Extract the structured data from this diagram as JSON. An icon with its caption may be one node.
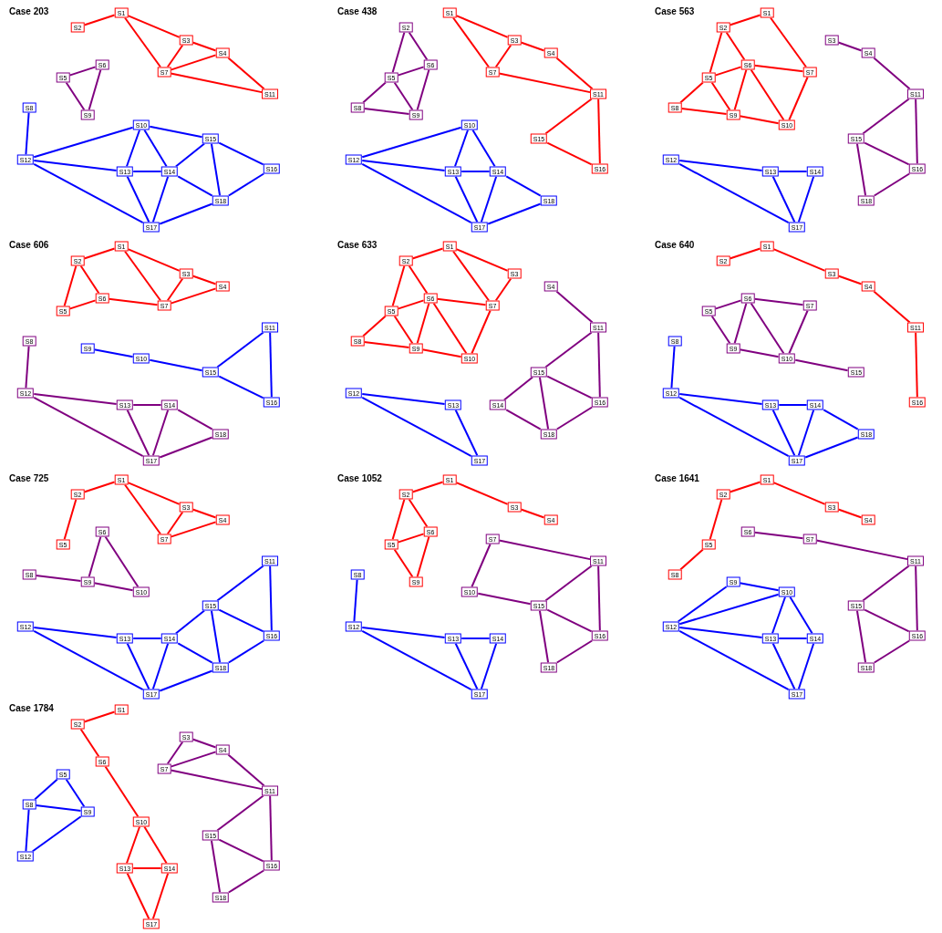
{
  "diagram": {
    "nodes": [
      {
        "text": [
          "Case 203"
        ]
      },
      {
        "text": [
          "S1"
        ],
        "in": 0
      },
      {
        "text": [
          "S2"
        ],
        "in": 0
      },
      {
        "text": [
          "S3"
        ],
        "in": 0
      },
      {
        "text": [
          "S4"
        ],
        "in": 0
      },
      {
        "text": [
          "S5"
        ],
        "in": 0
      },
      {
        "text": [
          "S6"
        ],
        "in": 0
      },
      {
        "text": [
          "S7"
        ],
        "in": 0
      },
      {
        "text": [
          "S8"
        ],
        "in": 0
      },
      {
        "text": [
          "S9"
        ],
        "in": 0
      },
      {
        "text": [
          "S10"
        ],
        "in": 0
      },
      {
        "text": [
          "S11"
        ],
        "in": 0
      },
      {
        "text": [
          "S12"
        ],
        "in": 0
      },
      {
        "text": [
          "S13"
        ],
        "in": 0
      },
      {
        "text": [
          "S14"
        ],
        "in": 0
      },
      {
        "text": [
          "S15"
        ],
        "in": 0
      },
      {
        "text": [
          "S16"
        ],
        "in": 0
      },
      {
        "text": [
          "S17"
        ],
        "in": 0
      },
      {
        "text": [
          "S18"
        ],
        "in": 0
      },
      {
        "text": [
          "Case 438"
        ]
      },
      {
        "text": [
          "S1"
        ],
        "in": 19
      },
      {
        "text": [
          "S2"
        ],
        "in": 19
      },
      {
        "text": [
          "S3"
        ],
        "in": 19
      },
      {
        "text": [
          "S4"
        ],
        "in": 19
      },
      {
        "text": [
          "S5"
        ],
        "in": 19
      },
      {
        "text": [
          "S6"
        ],
        "in": 19
      },
      {
        "text": [
          "S7"
        ],
        "in": 19
      },
      {
        "text": [
          "S8"
        ],
        "in": 19
      },
      {
        "text": [
          "S9"
        ],
        "in": 19
      },
      {
        "text": [
          "S10"
        ],
        "in": 19
      },
      {
        "text": [
          "S11"
        ],
        "in": 19
      },
      {
        "text": [
          "S12"
        ],
        "in": 19
      },
      {
        "text": [
          "S13"
        ],
        "in": 19
      },
      {
        "text": [
          "S14"
        ],
        "in": 19
      },
      {
        "text": [
          "S15"
        ],
        "in": 19
      },
      {
        "text": [
          "S16"
        ],
        "in": 19
      },
      {
        "text": [
          "S17"
        ],
        "in": 19
      },
      {
        "text": [
          "S18"
        ],
        "in": 19
      },
      {
        "text": [
          "Case 563"
        ]
      },
      {
        "text": [
          "S1"
        ],
        "in": 38
      },
      {
        "text": [
          "S2"
        ],
        "in": 38
      },
      {
        "text": [
          "S3"
        ],
        "in": 38
      },
      {
        "text": [
          "S4"
        ],
        "in": 38
      },
      {
        "text": [
          "S5"
        ],
        "in": 38
      },
      {
        "text": [
          "S6"
        ],
        "in": 38
      },
      {
        "text": [
          "S7"
        ],
        "in": 38
      },
      {
        "text": [
          "S8"
        ],
        "in": 38
      },
      {
        "text": [
          "S9"
        ],
        "in": 38
      },
      {
        "text": [
          "S10"
        ],
        "in": 38
      },
      {
        "text": [
          "S11"
        ],
        "in": 38
      },
      {
        "text": [
          "S12"
        ],
        "in": 38
      },
      {
        "text": [
          "S13"
        ],
        "in": 38
      },
      {
        "text": [
          "S14"
        ],
        "in": 38
      },
      {
        "text": [
          "S15"
        ],
        "in": 38
      },
      {
        "text": [
          "S16"
        ],
        "in": 38
      },
      {
        "text": [
          "S17"
        ],
        "in": 38
      },
      {
        "text": [
          "S18"
        ],
        "in": 38
      },
      {
        "text": [
          "Case 606"
        ]
      },
      {
        "text": [
          "S1"
        ],
        "in": 57
      },
      {
        "text": [
          "S2"
        ],
        "in": 57
      },
      {
        "text": [
          "S3"
        ],
        "in": 57
      },
      {
        "text": [
          "S4"
        ],
        "in": 57
      },
      {
        "text": [
          "S5"
        ],
        "in": 57
      },
      {
        "text": [
          "S6"
        ],
        "in": 57
      },
      {
        "text": [
          "S7"
        ],
        "in": 57
      },
      {
        "text": [
          "S8"
        ],
        "in": 57
      },
      {
        "text": [
          "S9"
        ],
        "in": 57
      },
      {
        "text": [
          "S10"
        ],
        "in": 57
      },
      {
        "text": [
          "S11"
        ],
        "in": 57
      },
      {
        "text": [
          "S12"
        ],
        "in": 57
      },
      {
        "text": [
          "S13"
        ],
        "in": 57
      },
      {
        "text": [
          "S14"
        ],
        "in": 57
      },
      {
        "text": [
          "S15"
        ],
        "in": 57
      },
      {
        "text": [
          "S16"
        ],
        "in": 57
      },
      {
        "text": [
          "S17"
        ],
        "in": 57
      },
      {
        "text": [
          "S18"
        ],
        "in": 57
      },
      {
        "text": [
          "Case 633"
        ]
      },
      {
        "text": [
          "S1"
        ],
        "in": 76
      },
      {
        "text": [
          "S2"
        ],
        "in": 76
      },
      {
        "text": [
          "S3"
        ],
        "in": 76
      },
      {
        "text": [
          "S4"
        ],
        "in": 76
      },
      {
        "text": [
          "S5"
        ],
        "in": 76
      },
      {
        "text": [
          "S6"
        ],
        "in": 76
      },
      {
        "text": [
          "S7"
        ],
        "in": 76
      },
      {
        "text": [
          "S8"
        ],
        "in": 76
      },
      {
        "text": [
          "S9"
        ],
        "in": 76
      },
      {
        "text": [
          "S10"
        ],
        "in": 76
      },
      {
        "text": [
          "S11"
        ],
        "in": 76
      },
      {
        "text": [
          "S12"
        ],
        "in": 76
      },
      {
        "text": [
          "S13"
        ],
        "in": 76
      },
      {
        "text": [
          "S14"
        ],
        "in": 76
      },
      {
        "text": [
          "S15"
        ],
        "in": 76
      },
      {
        "text": [
          "S16"
        ],
        "in": 76
      },
      {
        "text": [
          "S17"
        ],
        "in": 76
      },
      {
        "text": [
          "S18"
        ],
        "in": 76
      },
      {
        "text": [
          "Case 640"
        ]
      },
      {
        "text": [
          "S1"
        ],
        "in": 95
      },
      {
        "text": [
          "S2"
        ],
        "in": 95
      },
      {
        "text": [
          "S3"
        ],
        "in": 95
      },
      {
        "text": [
          "S4"
        ],
        "in": 95
      },
      {
        "text": [
          "S5"
        ],
        "in": 95
      },
      {
        "text": [
          "S6"
        ],
        "in": 95
      },
      {
        "text": [
          "S7"
        ],
        "in": 95
      },
      {
        "text": [
          "S8"
        ],
        "in": 95
      },
      {
        "text": [
          "S9"
        ],
        "in": 95
      },
      {
        "text": [
          "S10"
        ],
        "in": 95
      },
      {
        "text": [
          "S11"
        ],
        "in": 95
      },
      {
        "text": [
          "S12"
        ],
        "in": 95
      },
      {
        "text": [
          "S13"
        ],
        "in": 95
      },
      {
        "text": [
          "S14"
        ],
        "in": 95
      },
      {
        "text": [
          "S15"
        ],
        "in": 95
      },
      {
        "text": [
          "S16"
        ],
        "in": 95
      },
      {
        "text": [
          "S17"
        ],
        "in": 95
      },
      {
        "text": [
          "S18"
        ],
        "in": 95
      },
      {
        "text": [
          "Case 725"
        ]
      },
      {
        "text": [
          "S1"
        ],
        "in": 114
      },
      {
        "text": [
          "S2"
        ],
        "in": 114
      },
      {
        "text": [
          "S3"
        ],
        "in": 114
      },
      {
        "text": [
          "S4"
        ],
        "in": 114
      },
      {
        "text": [
          "S5"
        ],
        "in": 114
      },
      {
        "text": [
          "S6"
        ],
        "in": 114
      },
      {
        "text": [
          "S7"
        ],
        "in": 114
      },
      {
        "text": [
          "S8"
        ],
        "in": 114
      },
      {
        "text": [
          "S9"
        ],
        "in": 114
      },
      {
        "text": [
          "S10"
        ],
        "in": 114
      },
      {
        "text": [
          "S11"
        ],
        "in": 114
      },
      {
        "text": [
          "S12"
        ],
        "in": 114
      },
      {
        "text": [
          "S13"
        ],
        "in": 114
      },
      {
        "text": [
          "S14"
        ],
        "in": 114
      },
      {
        "text": [
          "S15"
        ],
        "in": 114
      },
      {
        "text": [
          "S16"
        ],
        "in": 114
      },
      {
        "text": [
          "S17"
        ],
        "in": 114
      },
      {
        "text": [
          "S18"
        ],
        "in": 114
      },
      {
        "text": [
          "Case 1052"
        ]
      },
      {
        "text": [
          "S1"
        ],
        "in": 133
      },
      {
        "text": [
          "S2"
        ],
        "in": 133
      },
      {
        "text": [
          "S3"
        ],
        "in": 133
      },
      {
        "text": [
          "S4"
        ],
        "in": 133
      },
      {
        "text": [
          "S5"
        ],
        "in": 133
      },
      {
        "text": [
          "S6"
        ],
        "in": 133
      },
      {
        "text": [
          "S7"
        ],
        "in": 133
      },
      {
        "text": [
          "S8"
        ],
        "in": 133
      },
      {
        "text": [
          "S9"
        ],
        "in": 133
      },
      {
        "text": [
          "S10"
        ],
        "in": 133
      },
      {
        "text": [
          "S11"
        ],
        "in": 133
      },
      {
        "text": [
          "S12"
        ],
        "in": 133
      },
      {
        "text": [
          "S13"
        ],
        "in": 133
      },
      {
        "text": [
          "S14"
        ],
        "in": 133
      },
      {
        "text": [
          "S15"
        ],
        "in": 133
      },
      {
        "text": [
          "S16"
        ],
        "in": 133
      },
      {
        "text": [
          "S17"
        ],
        "in": 133
      },
      {
        "text": [
          "S18"
        ],
        "in": 133
      },
      {
        "text": [
          "Case 1641"
        ]
      },
      {
        "text": [
          "S1"
        ],
        "in": 152
      },
      {
        "text": [
          "S2"
        ],
        "in": 152
      },
      {
        "text": [
          "S3"
        ],
        "in": 152
      },
      {
        "text": [
          "S4"
        ],
        "in": 152
      },
      {
        "text": [
          "S5"
        ],
        "in": 152
      },
      {
        "text": [
          "S6"
        ],
        "in": 152
      },
      {
        "text": [
          "S7"
        ],
        "in": 152
      },
      {
        "text": [
          "S8"
        ],
        "in": 152
      },
      {
        "text": [
          "S9"
        ],
        "in": 152
      },
      {
        "text": [
          "S10"
        ],
        "in": 152
      },
      {
        "text": [
          "S11"
        ],
        "in": 152
      },
      {
        "text": [
          "S12"
        ],
        "in": 152
      },
      {
        "text": [
          "S13"
        ],
        "in": 152
      },
      {
        "text": [
          "S14"
        ],
        "in": 152
      },
      {
        "text": [
          "S15"
        ],
        "in": 152
      },
      {
        "text": [
          "S16"
        ],
        "in": 152
      },
      {
        "text": [
          "S17"
        ],
        "in": 152
      },
      {
        "text": [
          "S18"
        ],
        "in": 152
      },
      {
        "text": [
          "Case 1784"
        ]
      },
      {
        "text": [
          "S1"
        ],
        "in": 171
      },
      {
        "text": [
          "S2"
        ],
        "in": 171
      },
      {
        "text": [
          "S3"
        ],
        "in": 171
      },
      {
        "text": [
          "S4"
        ],
        "in": 171
      },
      {
        "text": [
          "S5"
        ],
        "in": 171
      },
      {
        "text": [
          "S6"
        ],
        "in": 171
      },
      {
        "text": [
          "S7"
        ],
        "in": 171
      },
      {
        "text": [
          "S8"
        ],
        "in": 171
      },
      {
        "text": [
          "S9"
        ],
        "in": 171
      },
      {
        "text": [
          "S10"
        ],
        "in": 171
      },
      {
        "text": [
          "S11"
        ],
        "in": 171
      },
      {
        "text": [
          "S12"
        ],
        "in": 171
      },
      {
        "text": [
          "S13"
        ],
        "in": 171
      },
      {
        "text": [
          "S14"
        ],
        "in": 171
      },
      {
        "text": [
          "S15"
        ],
        "in": 171
      },
      {
        "text": [
          "S16"
        ],
        "in": 171
      },
      {
        "text": [
          "S17"
        ],
        "in": 171
      },
      {
        "text": [
          "S18"
        ],
        "in": 171
      }
    ],
    "edges": [
      {
        "from": 1,
        "to": 2,
        "arrow": "none"
      },
      {
        "from": 1,
        "to": 3,
        "arrow": "none"
      },
      {
        "from": 1,
        "to": 7,
        "arrow": "none"
      },
      {
        "from": 3,
        "to": 4,
        "arrow": "none"
      },
      {
        "from": 3,
        "to": 7,
        "arrow": "none"
      },
      {
        "from": 4,
        "to": 7,
        "arrow": "none"
      },
      {
        "from": 4,
        "to": 11,
        "arrow": "none"
      },
      {
        "from": 7,
        "to": 11,
        "arrow": "none"
      },
      {
        "from": 5,
        "to": 6,
        "arrow": "none",
        "color": "#800080"
      },
      {
        "from": 6,
        "to": 9,
        "arrow": "none",
        "color": "#800080"
      },
      {
        "from": 5,
        "to": 9,
        "arrow": "none",
        "color": "#800080"
      },
      {
        "from": 8,
        "to": 12,
        "arrow": "none",
        "color": "#0000ff"
      },
      {
        "from": 10,
        "to": 12,
        "arrow": "none",
        "color": "#0000ff"
      },
      {
        "from": 12,
        "to": 13,
        "arrow": "none",
        "color": "#0000ff"
      },
      {
        "from": 12,
        "to": 17,
        "arrow": "none",
        "color": "#0000ff"
      },
      {
        "from": 10,
        "to": 13,
        "arrow": "none",
        "color": "#0000ff"
      },
      {
        "from": 10,
        "to": 14,
        "arrow": "none",
        "color": "#0000ff"
      },
      {
        "from": 10,
        "to": 15,
        "arrow": "none",
        "color": "#0000ff"
      },
      {
        "from": 13,
        "to": 14,
        "arrow": "none",
        "color": "#0000ff"
      },
      {
        "from": 13,
        "to": 17,
        "arrow": "none",
        "color": "#0000ff"
      },
      {
        "from": 14,
        "to": 17,
        "arrow": "none",
        "color": "#0000ff"
      },
      {
        "from": 14,
        "to": 15,
        "arrow": "none",
        "color": "#0000ff"
      },
      {
        "from": 14,
        "to": 18,
        "arrow": "none",
        "color": "#0000ff"
      },
      {
        "from": 15,
        "to": 18,
        "arrow": "none",
        "color": "#0000ff"
      },
      {
        "from": 15,
        "to": 16,
        "arrow": "none",
        "color": "#0000ff"
      },
      {
        "from": 16,
        "to": 18,
        "arrow": "none",
        "color": "#0000ff"
      },
      {
        "from": 17,
        "to": 18,
        "arrow": "none",
        "color": "#0000ff"
      },
      {
        "from": 21,
        "to": 24,
        "arrow": "none",
        "color": "#800080"
      },
      {
        "from": 21,
        "to": 25,
        "arrow": "none",
        "color": "#800080"
      },
      {
        "from": 24,
        "to": 25,
        "arrow": "none",
        "color": "#800080"
      },
      {
        "from": 24,
        "to": 27,
        "arrow": "none",
        "color": "#800080"
      },
      {
        "from": 24,
        "to": 28,
        "arrow": "none",
        "color": "#800080"
      },
      {
        "from": 25,
        "to": 28,
        "arrow": "none",
        "color": "#800080"
      },
      {
        "from": 27,
        "to": 28,
        "arrow": "none",
        "color": "#800080"
      },
      {
        "from": 20,
        "to": 22,
        "arrow": "none"
      },
      {
        "from": 20,
        "to": 26,
        "arrow": "none"
      },
      {
        "from": 22,
        "to": 23,
        "arrow": "none"
      },
      {
        "from": 22,
        "to": 26,
        "arrow": "none"
      },
      {
        "from": 23,
        "to": 30,
        "arrow": "none"
      },
      {
        "from": 26,
        "to": 30,
        "arrow": "none"
      },
      {
        "from": 30,
        "to": 34,
        "arrow": "none"
      },
      {
        "from": 30,
        "to": 35,
        "arrow": "none"
      },
      {
        "from": 34,
        "to": 35,
        "arrow": "none"
      },
      {
        "from": 29,
        "to": 31,
        "arrow": "none",
        "color": "#0000ff"
      },
      {
        "from": 31,
        "to": 32,
        "arrow": "none",
        "color": "#0000ff"
      },
      {
        "from": 31,
        "to": 36,
        "arrow": "none",
        "color": "#0000ff"
      },
      {
        "from": 29,
        "to": 32,
        "arrow": "none",
        "color": "#0000ff"
      },
      {
        "from": 29,
        "to": 33,
        "arrow": "none",
        "color": "#0000ff"
      },
      {
        "from": 32,
        "to": 33,
        "arrow": "none",
        "color": "#0000ff"
      },
      {
        "from": 32,
        "to": 36,
        "arrow": "none",
        "color": "#0000ff"
      },
      {
        "from": 33,
        "to": 36,
        "arrow": "none",
        "color": "#0000ff"
      },
      {
        "from": 33,
        "to": 37,
        "arrow": "none",
        "color": "#0000ff"
      },
      {
        "from": 36,
        "to": 37,
        "arrow": "none",
        "color": "#0000ff"
      },
      {
        "from": 39,
        "to": 40,
        "arrow": "none"
      },
      {
        "from": 39,
        "to": 45,
        "arrow": "none"
      },
      {
        "from": 40,
        "to": 43,
        "arrow": "none"
      },
      {
        "from": 40,
        "to": 44,
        "arrow": "none"
      },
      {
        "from": 43,
        "to": 44,
        "arrow": "none"
      },
      {
        "from": 43,
        "to": 46,
        "arrow": "none"
      },
      {
        "from": 43,
        "to": 47,
        "arrow": "none"
      },
      {
        "from": 44,
        "to": 45,
        "arrow": "none"
      },
      {
        "from": 44,
        "to": 47,
        "arrow": "none"
      },
      {
        "from": 44,
        "to": 48,
        "arrow": "none"
      },
      {
        "from": 45,
        "to": 48,
        "arrow": "none"
      },
      {
        "from": 46,
        "to": 47,
        "arrow": "none"
      },
      {
        "from": 47,
        "to": 48,
        "arrow": "none"
      },
      {
        "from": 41,
        "to": 42,
        "arrow": "none",
        "color": "#800080"
      },
      {
        "from": 42,
        "to": 49,
        "arrow": "none",
        "color": "#800080"
      },
      {
        "from": 49,
        "to": 53,
        "arrow": "none",
        "color": "#800080"
      },
      {
        "from": 49,
        "to": 54,
        "arrow": "none",
        "color": "#800080"
      },
      {
        "from": 53,
        "to": 54,
        "arrow": "none",
        "color": "#800080"
      },
      {
        "from": 53,
        "to": 56,
        "arrow": "none",
        "color": "#800080"
      },
      {
        "from": 54,
        "to": 56,
        "arrow": "none",
        "color": "#800080"
      },
      {
        "from": 50,
        "to": 51,
        "arrow": "none",
        "color": "#0000ff"
      },
      {
        "from": 50,
        "to": 55,
        "arrow": "none",
        "color": "#0000ff"
      },
      {
        "from": 51,
        "to": 52,
        "arrow": "none",
        "color": "#0000ff"
      },
      {
        "from": 51,
        "to": 55,
        "arrow": "none",
        "color": "#0000ff"
      },
      {
        "from": 52,
        "to": 55,
        "arrow": "none",
        "color": "#0000ff"
      },
      {
        "from": 58,
        "to": 59,
        "arrow": "none"
      },
      {
        "from": 58,
        "to": 60,
        "arrow": "none"
      },
      {
        "from": 58,
        "to": 64,
        "arrow": "none"
      },
      {
        "from": 59,
        "to": 62,
        "arrow": "none"
      },
      {
        "from": 59,
        "to": 63,
        "arrow": "none"
      },
      {
        "from": 62,
        "to": 63,
        "arrow": "none"
      },
      {
        "from": 63,
        "to": 64,
        "arrow": "none"
      },
      {
        "from": 60,
        "to": 61,
        "arrow": "none"
      },
      {
        "from": 60,
        "to": 64,
        "arrow": "none"
      },
      {
        "from": 61,
        "to": 64,
        "arrow": "none"
      },
      {
        "from": 65,
        "to": 69,
        "arrow": "none",
        "color": "#800080"
      },
      {
        "from": 69,
        "to": 70,
        "arrow": "none",
        "color": "#800080"
      },
      {
        "from": 69,
        "to": 74,
        "arrow": "none",
        "color": "#800080"
      },
      {
        "from": 70,
        "to": 71,
        "arrow": "none",
        "color": "#800080"
      },
      {
        "from": 70,
        "to": 74,
        "arrow": "none",
        "color": "#800080"
      },
      {
        "from": 71,
        "to": 74,
        "arrow": "none",
        "color": "#800080"
      },
      {
        "from": 71,
        "to": 75,
        "arrow": "none",
        "color": "#800080"
      },
      {
        "from": 74,
        "to": 75,
        "arrow": "none",
        "color": "#800080"
      },
      {
        "from": 66,
        "to": 67,
        "arrow": "none",
        "color": "#0000ff"
      },
      {
        "from": 67,
        "to": 72,
        "arrow": "none",
        "color": "#0000ff"
      },
      {
        "from": 68,
        "to": 72,
        "arrow": "none",
        "color": "#0000ff"
      },
      {
        "from": 72,
        "to": 73,
        "arrow": "none",
        "color": "#0000ff"
      },
      {
        "from": 68,
        "to": 73,
        "arrow": "none",
        "color": "#0000ff"
      },
      {
        "from": 77,
        "to": 78,
        "arrow": "none"
      },
      {
        "from": 77,
        "to": 79,
        "arrow": "none"
      },
      {
        "from": 77,
        "to": 83,
        "arrow": "none"
      },
      {
        "from": 78,
        "to": 81,
        "arrow": "none"
      },
      {
        "from": 78,
        "to": 82,
        "arrow": "none"
      },
      {
        "from": 81,
        "to": 82,
        "arrow": "none"
      },
      {
        "from": 81,
        "to": 84,
        "arrow": "none"
      },
      {
        "from": 81,
        "to": 85,
        "arrow": "none"
      },
      {
        "from": 82,
        "to": 83,
        "arrow": "none"
      },
      {
        "from": 82,
        "to": 85,
        "arrow": "none"
      },
      {
        "from": 82,
        "to": 86,
        "arrow": "none"
      },
      {
        "from": 84,
        "to": 85,
        "arrow": "none"
      },
      {
        "from": 85,
        "to": 86,
        "arrow": "none"
      },
      {
        "from": 79,
        "to": 83,
        "arrow": "none"
      },
      {
        "from": 83,
        "to": 86,
        "arrow": "none"
      },
      {
        "from": 80,
        "to": 87,
        "arrow": "none",
        "color": "#800080"
      },
      {
        "from": 87,
        "to": 91,
        "arrow": "none",
        "color": "#800080"
      },
      {
        "from": 87,
        "to": 92,
        "arrow": "none",
        "color": "#800080"
      },
      {
        "from": 90,
        "to": 91,
        "arrow": "none",
        "color": "#800080"
      },
      {
        "from": 91,
        "to": 92,
        "arrow": "none",
        "color": "#800080"
      },
      {
        "from": 91,
        "to": 94,
        "arrow": "none",
        "color": "#800080"
      },
      {
        "from": 90,
        "to": 94,
        "arrow": "none",
        "color": "#800080"
      },
      {
        "from": 92,
        "to": 94,
        "arrow": "none",
        "color": "#800080"
      },
      {
        "from": 88,
        "to": 89,
        "arrow": "none",
        "color": "#0000ff"
      },
      {
        "from": 88,
        "to": 93,
        "arrow": "none",
        "color": "#0000ff"
      },
      {
        "from": 89,
        "to": 93,
        "arrow": "none",
        "color": "#0000ff"
      },
      {
        "from": 96,
        "to": 97,
        "arrow": "none"
      },
      {
        "from": 96,
        "to": 98,
        "arrow": "none"
      },
      {
        "from": 98,
        "to": 99,
        "arrow": "none"
      },
      {
        "from": 99,
        "to": 106,
        "arrow": "none"
      },
      {
        "from": 106,
        "to": 111,
        "arrow": "none"
      },
      {
        "from": 100,
        "to": 101,
        "arrow": "none",
        "color": "#800080"
      },
      {
        "from": 100,
        "to": 104,
        "arrow": "none",
        "color": "#800080"
      },
      {
        "from": 101,
        "to": 102,
        "arrow": "none",
        "color": "#800080"
      },
      {
        "from": 101,
        "to": 104,
        "arrow": "none",
        "color": "#800080"
      },
      {
        "from": 101,
        "to": 105,
        "arrow": "none",
        "color": "#800080"
      },
      {
        "from": 102,
        "to": 105,
        "arrow": "none",
        "color": "#800080"
      },
      {
        "from": 104,
        "to": 105,
        "arrow": "none",
        "color": "#800080"
      },
      {
        "from": 105,
        "to": 110,
        "arrow": "none",
        "color": "#800080"
      },
      {
        "from": 103,
        "to": 107,
        "arrow": "none",
        "color": "#0000ff"
      },
      {
        "from": 107,
        "to": 108,
        "arrow": "none",
        "color": "#0000ff"
      },
      {
        "from": 107,
        "to": 112,
        "arrow": "none",
        "color": "#0000ff"
      },
      {
        "from": 108,
        "to": 109,
        "arrow": "none",
        "color": "#0000ff"
      },
      {
        "from": 108,
        "to": 112,
        "arrow": "none",
        "color": "#0000ff"
      },
      {
        "from": 109,
        "to": 112,
        "arrow": "none",
        "color": "#0000ff"
      },
      {
        "from": 109,
        "to": 113,
        "arrow": "none",
        "color": "#0000ff"
      },
      {
        "from": 112,
        "to": 113,
        "arrow": "none",
        "color": "#0000ff"
      },
      {
        "from": 115,
        "to": 116,
        "arrow": "none"
      },
      {
        "from": 116,
        "to": 119,
        "arrow": "none"
      },
      {
        "from": 115,
        "to": 117,
        "arrow": "none"
      },
      {
        "from": 115,
        "to": 121,
        "arrow": "none"
      },
      {
        "from": 117,
        "to": 118,
        "arrow": "none"
      },
      {
        "from": 117,
        "to": 121,
        "arrow": "none"
      },
      {
        "from": 118,
        "to": 121,
        "arrow": "none"
      },
      {
        "from": 120,
        "to": 123,
        "arrow": "none",
        "color": "#800080"
      },
      {
        "from": 120,
        "to": 124,
        "arrow": "none",
        "color": "#800080"
      },
      {
        "from": 122,
        "to": 123,
        "arrow": "none",
        "color": "#800080"
      },
      {
        "from": 123,
        "to": 124,
        "arrow": "none",
        "color": "#800080"
      },
      {
        "from": 125,
        "to": 129,
        "arrow": "none",
        "color": "#0000ff"
      },
      {
        "from": 125,
        "to": 130,
        "arrow": "none",
        "color": "#0000ff"
      },
      {
        "from": 126,
        "to": 127,
        "arrow": "none",
        "color": "#0000ff"
      },
      {
        "from": 126,
        "to": 131,
        "arrow": "none",
        "color": "#0000ff"
      },
      {
        "from": 127,
        "to": 128,
        "arrow": "none",
        "color": "#0000ff"
      },
      {
        "from": 127,
        "to": 131,
        "arrow": "none",
        "color": "#0000ff"
      },
      {
        "from": 128,
        "to": 129,
        "arrow": "none",
        "color": "#0000ff"
      },
      {
        "from": 128,
        "to": 131,
        "arrow": "none",
        "color": "#0000ff"
      },
      {
        "from": 128,
        "to": 132,
        "arrow": "none",
        "color": "#0000ff"
      },
      {
        "from": 129,
        "to": 130,
        "arrow": "none",
        "color": "#0000ff"
      },
      {
        "from": 129,
        "to": 132,
        "arrow": "none",
        "color": "#0000ff"
      },
      {
        "from": 130,
        "to": 132,
        "arrow": "none",
        "color": "#0000ff"
      },
      {
        "from": 131,
        "to": 132,
        "arrow": "none",
        "color": "#0000ff"
      },
      {
        "from": 134,
        "to": 135,
        "arrow": "none"
      },
      {
        "from": 134,
        "to": 136,
        "arrow": "none"
      },
      {
        "from": 136,
        "to": 137,
        "arrow": "none"
      },
      {
        "from": 135,
        "to": 138,
        "arrow": "none"
      },
      {
        "from": 135,
        "to": 139,
        "arrow": "none"
      },
      {
        "from": 138,
        "to": 139,
        "arrow": "none"
      },
      {
        "from": 138,
        "to": 142,
        "arrow": "none"
      },
      {
        "from": 139,
        "to": 142,
        "arrow": "none"
      },
      {
        "from": 140,
        "to": 143,
        "arrow": "none",
        "color": "#800080"
      },
      {
        "from": 140,
        "to": 144,
        "arrow": "none",
        "color": "#800080"
      },
      {
        "from": 143,
        "to": 148,
        "arrow": "none",
        "color": "#800080"
      },
      {
        "from": 144,
        "to": 148,
        "arrow": "none",
        "color": "#800080"
      },
      {
        "from": 144,
        "to": 149,
        "arrow": "none",
        "color": "#800080"
      },
      {
        "from": 148,
        "to": 149,
        "arrow": "none",
        "color": "#800080"
      },
      {
        "from": 148,
        "to": 151,
        "arrow": "none",
        "color": "#800080"
      },
      {
        "from": 149,
        "to": 151,
        "arrow": "none",
        "color": "#800080"
      },
      {
        "from": 141,
        "to": 145,
        "arrow": "none",
        "color": "#0000ff"
      },
      {
        "from": 145,
        "to": 146,
        "arrow": "none",
        "color": "#0000ff"
      },
      {
        "from": 145,
        "to": 150,
        "arrow": "none",
        "color": "#0000ff"
      },
      {
        "from": 146,
        "to": 147,
        "arrow": "none",
        "color": "#0000ff"
      },
      {
        "from": 146,
        "to": 150,
        "arrow": "none",
        "color": "#0000ff"
      },
      {
        "from": 147,
        "to": 150,
        "arrow": "none",
        "color": "#0000ff"
      },
      {
        "from": 153,
        "to": 154,
        "arrow": "none"
      },
      {
        "from": 153,
        "to": 155,
        "arrow": "none"
      },
      {
        "from": 155,
        "to": 156,
        "arrow": "none"
      },
      {
        "from": 154,
        "to": 157,
        "arrow": "none"
      },
      {
        "from": 157,
        "to": 160,
        "arrow": "none"
      },
      {
        "from": 158,
        "to": 159,
        "arrow": "none",
        "color": "#800080"
      },
      {
        "from": 159,
        "to": 163,
        "arrow": "none",
        "color": "#800080"
      },
      {
        "from": 163,
        "to": 167,
        "arrow": "none",
        "color": "#800080"
      },
      {
        "from": 163,
        "to": 168,
        "arrow": "none",
        "color": "#800080"
      },
      {
        "from": 167,
        "to": 168,
        "arrow": "none",
        "color": "#800080"
      },
      {
        "from": 167,
        "to": 170,
        "arrow": "none",
        "color": "#800080"
      },
      {
        "from": 168,
        "to": 170,
        "arrow": "none",
        "color": "#800080"
      },
      {
        "from": 161,
        "to": 162,
        "arrow": "none",
        "color": "#0000ff"
      },
      {
        "from": 161,
        "to": 164,
        "arrow": "none",
        "color": "#0000ff"
      },
      {
        "from": 162,
        "to": 164,
        "arrow": "none",
        "color": "#0000ff"
      },
      {
        "from": 162,
        "to": 165,
        "arrow": "none",
        "color": "#0000ff"
      },
      {
        "from": 162,
        "to": 166,
        "arrow": "none",
        "color": "#0000ff"
      },
      {
        "from": 164,
        "to": 165,
        "arrow": "none",
        "color": "#0000ff"
      },
      {
        "from": 164,
        "to": 169,
        "arrow": "none",
        "color": "#0000ff"
      },
      {
        "from": 165,
        "to": 166,
        "arrow": "none",
        "color": "#0000ff"
      },
      {
        "from": 165,
        "to": 169,
        "arrow": "none",
        "color": "#0000ff"
      },
      {
        "from": 166,
        "to": 169,
        "arrow": "none",
        "color": "#0000ff"
      },
      {
        "from": 172,
        "to": 173,
        "arrow": "none"
      },
      {
        "from": 173,
        "to": 177,
        "arrow": "none"
      },
      {
        "from": 177,
        "to": 181,
        "arrow": "none"
      },
      {
        "from": 181,
        "to": 184,
        "arrow": "none"
      },
      {
        "from": 181,
        "to": 185,
        "arrow": "none"
      },
      {
        "from": 184,
        "to": 185,
        "arrow": "none"
      },
      {
        "from": 184,
        "to": 188,
        "arrow": "none"
      },
      {
        "from": 185,
        "to": 188,
        "arrow": "none"
      },
      {
        "from": 174,
        "to": 175,
        "arrow": "none",
        "color": "#800080"
      },
      {
        "from": 174,
        "to": 178,
        "arrow": "none",
        "color": "#800080"
      },
      {
        "from": 175,
        "to": 178,
        "arrow": "none",
        "color": "#800080"
      },
      {
        "from": 175,
        "to": 182,
        "arrow": "none",
        "color": "#800080"
      },
      {
        "from": 178,
        "to": 182,
        "arrow": "none",
        "color": "#800080"
      },
      {
        "from": 182,
        "to": 186,
        "arrow": "none",
        "color": "#800080"
      },
      {
        "from": 182,
        "to": 187,
        "arrow": "none",
        "color": "#800080"
      },
      {
        "from": 186,
        "to": 187,
        "arrow": "none",
        "color": "#800080"
      },
      {
        "from": 186,
        "to": 189,
        "arrow": "none",
        "color": "#800080"
      },
      {
        "from": 187,
        "to": 189,
        "arrow": "none",
        "color": "#800080"
      },
      {
        "from": 176,
        "to": 179,
        "arrow": "none",
        "color": "#0000ff"
      },
      {
        "from": 176,
        "to": 180,
        "arrow": "none",
        "color": "#0000ff"
      },
      {
        "from": 179,
        "to": 180,
        "arrow": "none",
        "color": "#0000ff"
      },
      {
        "from": 179,
        "to": 183,
        "arrow": "none",
        "color": "#0000ff"
      },
      {
        "from": 180,
        "to": 183,
        "arrow": "none",
        "color": "#0000ff"
      }
    ]
  }
}
